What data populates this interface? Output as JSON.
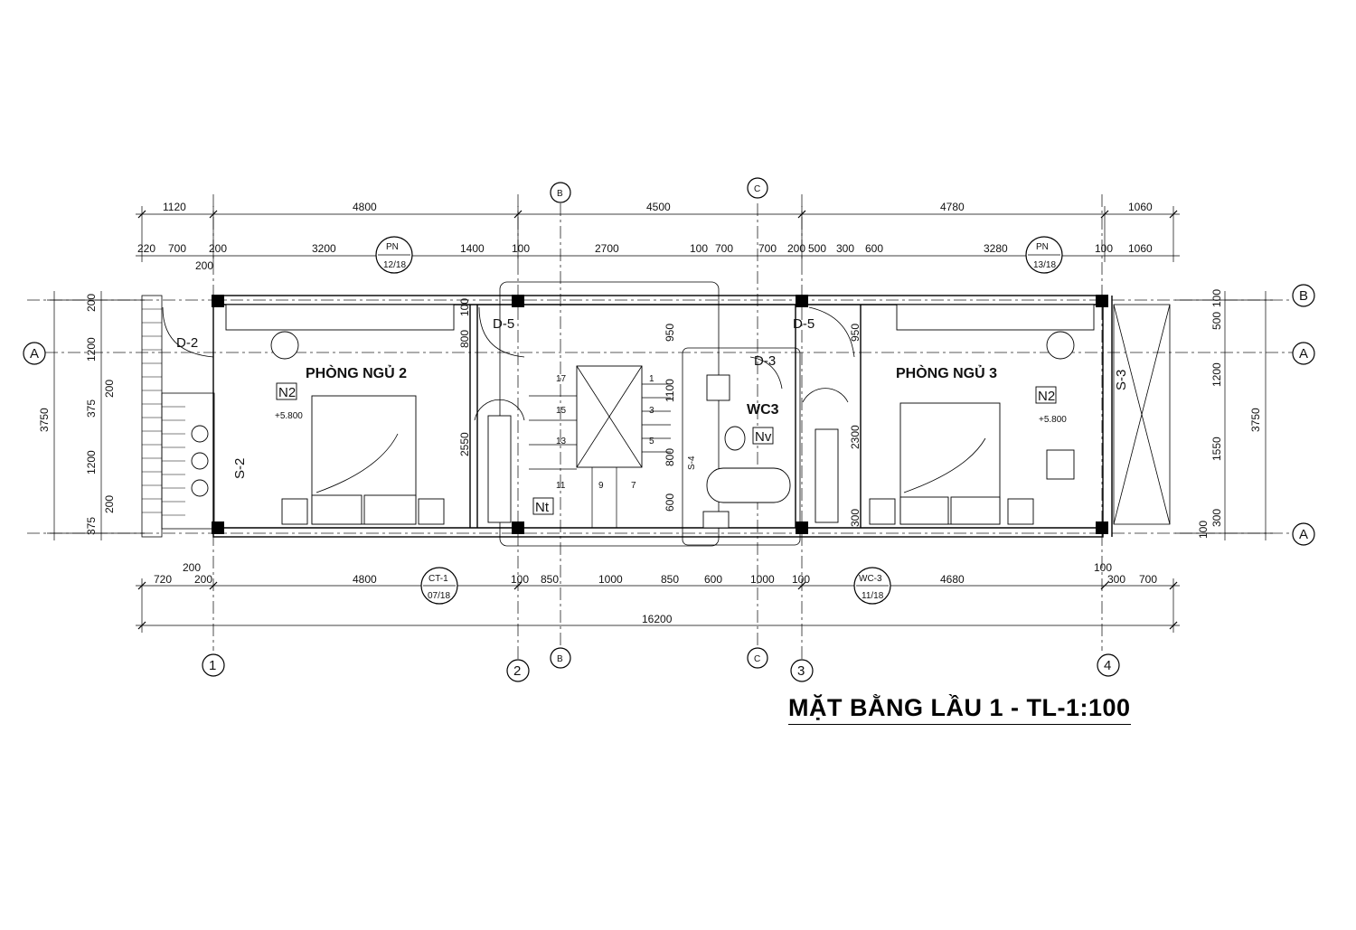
{
  "title": "MẶT BẰNG LẦU 1 - TL-1:100",
  "rooms": {
    "bedroom2": "PHÒNG NGỦ 2",
    "bedroom3": "PHÒNG NGỦ 3",
    "wc3": "WC3"
  },
  "doors": {
    "d2": "D-2",
    "d5_left": "D-5",
    "d5_right": "D-5",
    "d3": "D-3"
  },
  "windows": {
    "s2": "S-2",
    "s3": "S-3",
    "s4": "S-4"
  },
  "finish_tags": {
    "n2_left": "N2",
    "n2_right": "N2",
    "nt": "Nt",
    "nv": "Nv"
  },
  "elevations": {
    "left": "+5.800",
    "right": "+5.800"
  },
  "callouts": {
    "pn_left": {
      "code": "PN",
      "sheet": "12/18"
    },
    "pn_right": {
      "code": "PN",
      "sheet": "13/18"
    },
    "ct1": {
      "code": "CT-1",
      "sheet": "07/18"
    },
    "wc3": {
      "code": "WC-3",
      "sheet": "11/18"
    }
  },
  "axes": {
    "vertical": [
      "1",
      "2",
      "3",
      "4"
    ],
    "horizontal": [
      "A",
      "A",
      "B"
    ],
    "sections": [
      "B",
      "C"
    ]
  },
  "stair_numbers": [
    "17",
    "15",
    "13",
    "11",
    "9",
    "7",
    "1",
    "3",
    "5"
  ],
  "dims": {
    "top_overall": [
      "1120",
      "4800",
      "4500",
      "4780",
      "1060"
    ],
    "top_detail": [
      "220",
      "700",
      "200",
      "200",
      "3200",
      "1400",
      "100",
      "2700",
      "100",
      "700",
      "700",
      "200",
      "500",
      "300",
      "600",
      "3280",
      "100",
      "1060"
    ],
    "bottom_detail": [
      "720",
      "200",
      "200",
      "4800",
      "100",
      "850",
      "1000",
      "850",
      "600",
      "1000",
      "100",
      "4680",
      "100",
      "300",
      "700"
    ],
    "bottom_overall": [
      "16200"
    ],
    "left": [
      "200",
      "1200",
      "375",
      "200",
      "1200",
      "200",
      "375"
    ],
    "left_total": "3750",
    "right": [
      "100",
      "500",
      "1200",
      "1550",
      "300",
      "100"
    ],
    "right_total": "3750",
    "inner": [
      "100",
      "800",
      "2550",
      "950",
      "1100",
      "800",
      "600",
      "2300",
      "950",
      "300"
    ]
  }
}
